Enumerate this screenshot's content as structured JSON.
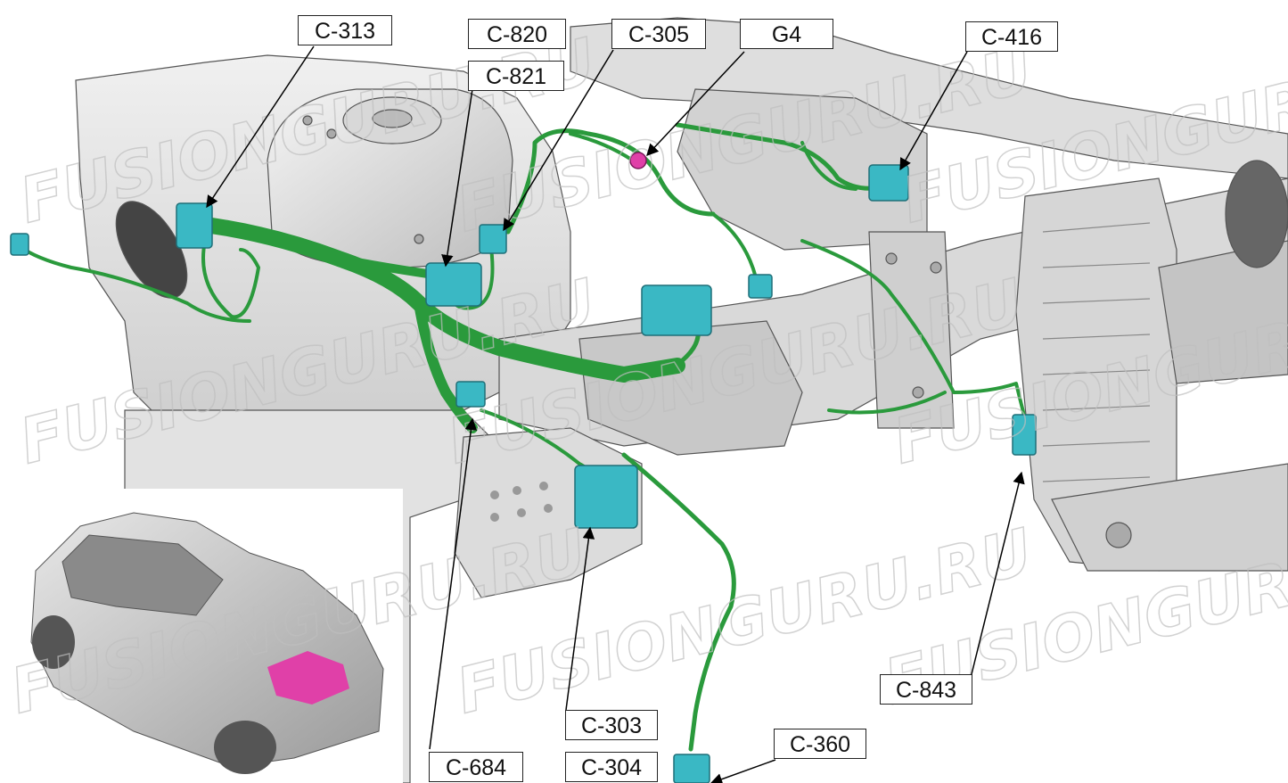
{
  "watermark": "FUSIONGURU.RU",
  "colors": {
    "harness": "#2a9a3c",
    "connector": "#3ab8c4",
    "body_panel": "#e6e6e6",
    "highlight": "#e040a8"
  },
  "labels": {
    "c313": "C-313",
    "c820": "C-820",
    "c305": "C-305",
    "g4": "G4",
    "c416": "C-416",
    "c821": "C-821",
    "c843": "C-843",
    "c303": "C-303",
    "c304": "C-304",
    "c360": "C-360",
    "c684": "C-684"
  }
}
